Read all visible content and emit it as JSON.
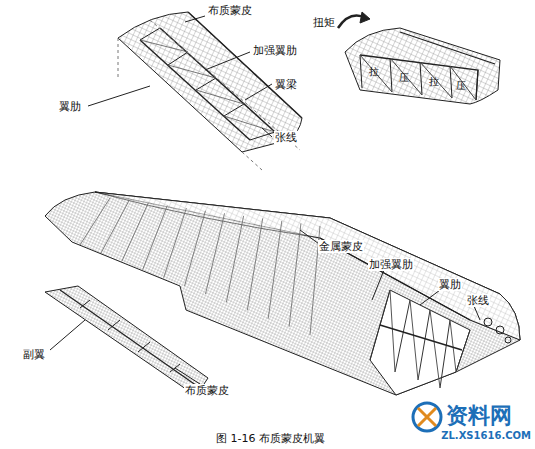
{
  "diagram": {
    "caption": "图 1-16   布质蒙皮机翼",
    "labels": [
      "布质蒙皮",
      "加强翼肋",
      "翼梁",
      "翼肋",
      "张线",
      "扭矩",
      "拉",
      "压",
      "拉",
      "压",
      "金属蒙皮",
      "加强翼肋",
      "翼肋",
      "张线",
      "副翼",
      "布质蒙皮",
      "资料网",
      "ZL.XS1616.COM"
    ]
  }
}
